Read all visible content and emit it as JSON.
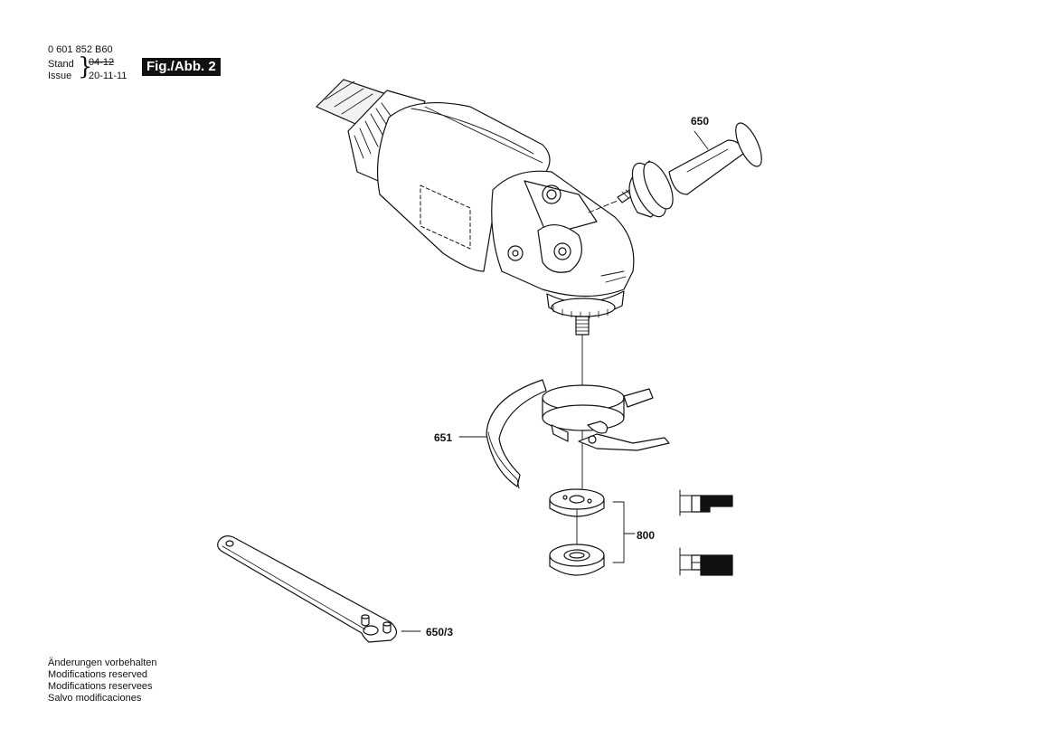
{
  "header": {
    "part_number": "0 601 852 B60",
    "stand_label": "Stand",
    "stand_value": "04-12",
    "issue_label": "Issue",
    "issue_value": "20-11-11",
    "figure_label": "Fig./Abb. 2"
  },
  "callouts": {
    "handle": "650",
    "guard": "651",
    "flange_set": "800",
    "wrench": "650/3"
  },
  "footer": {
    "lines": [
      "Änderungen vorbehalten",
      "Modifications reserved",
      "Modifications reservees",
      "Salvo modificaciones"
    ]
  }
}
